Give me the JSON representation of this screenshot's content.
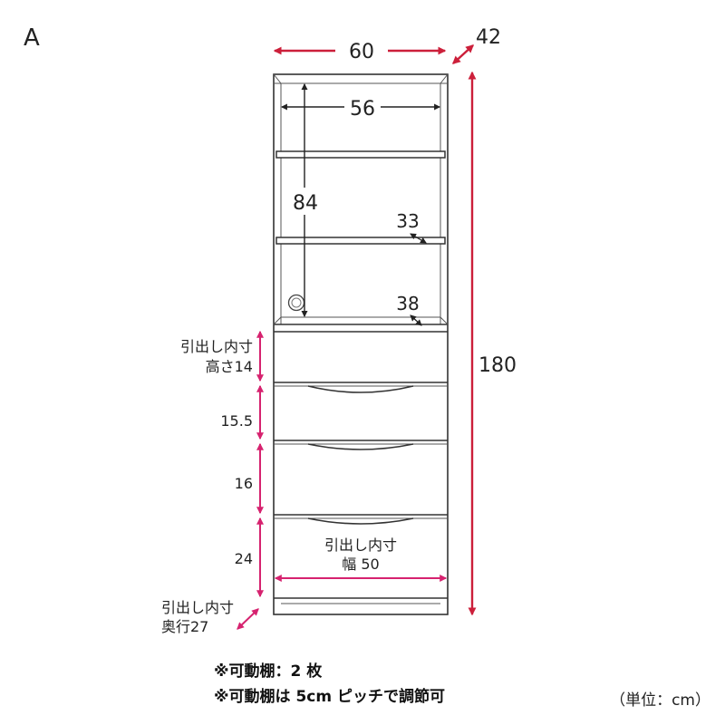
{
  "figure": {
    "label": "A",
    "colors": {
      "outer": "#cc1f3a",
      "inner": "#d6226f",
      "line": "#333333"
    }
  },
  "dimensions": {
    "width": "60",
    "depth": "42",
    "height": "180",
    "inner_width": "56",
    "inner_height": "84",
    "shelf_depth_upper": "33",
    "shelf_depth_lower": "38"
  },
  "drawers": {
    "inner_label": "引出し内寸",
    "height_prefix": "高さ14",
    "heights": [
      "15.5",
      "16",
      "24"
    ],
    "width_label": "幅 50",
    "depth_label": "奥行27"
  },
  "notes": [
    "※可動棚：2 枚",
    "※可動棚は 5cm ピッチで調節可"
  ],
  "unit": "（単位：cm）"
}
